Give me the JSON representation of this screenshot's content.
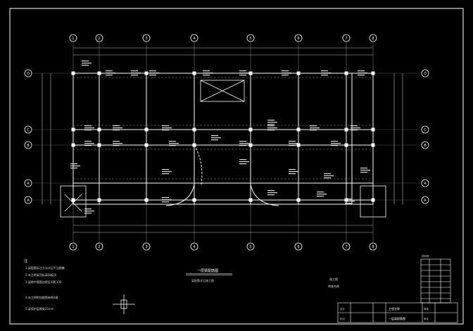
{
  "drawing": {
    "title": "一层梁配筋图",
    "subtitle": "梁配筋详见施工图",
    "grid_axes_top": [
      "1",
      "2",
      "3",
      "4",
      "5",
      "6",
      "7",
      "8"
    ],
    "grid_axes_side": [
      "D",
      "C",
      "B",
      "A"
    ],
    "notes_header": "注",
    "notes": [
      "1.梁配筋标注方法详见平法图集",
      "2.未注明梁顶标高同板顶",
      "3.梁跨中箍筋加密区间距100",
      "4.未注明附加箍筋每侧3根",
      "5.梁保护层厚度25mm"
    ],
    "stamp_label": "施工图",
    "stamp_sub": "审查合格",
    "titleblock": {
      "project": "工程名称",
      "sheet": "一层梁配筋图",
      "row_labels": [
        "设计",
        "校对",
        "审核",
        "审定"
      ]
    },
    "legend_table_title": "材料表"
  },
  "colors": {
    "background": "#000000",
    "frame": "#ffffff",
    "dim": "#cccccc",
    "beam": "#ffffff",
    "accent": "#66ccff"
  }
}
